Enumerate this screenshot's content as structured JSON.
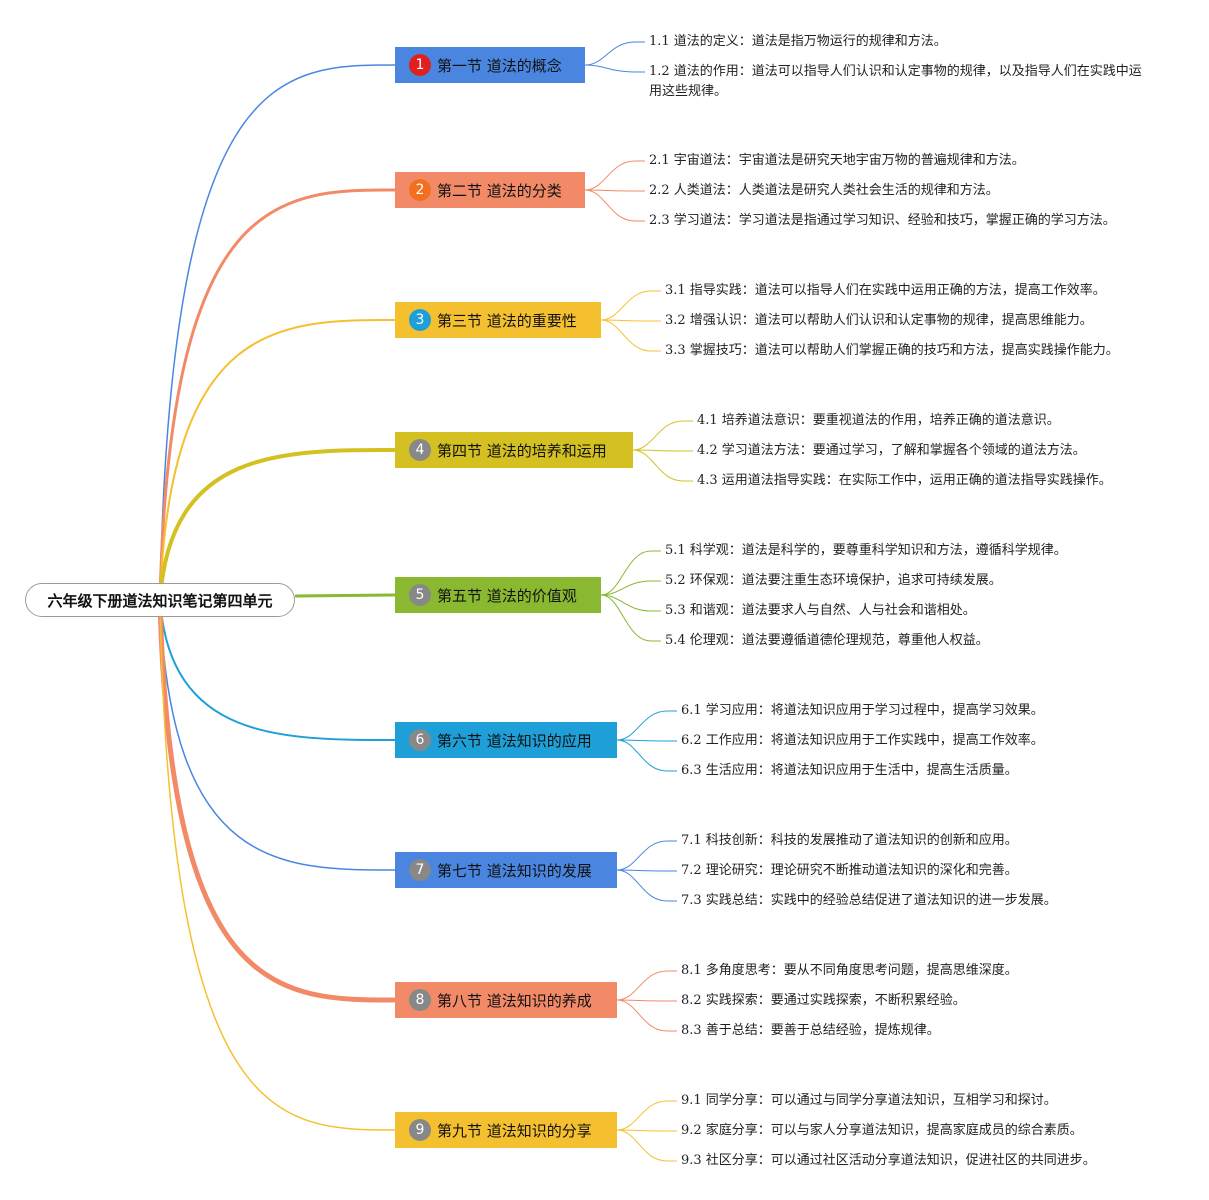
{
  "root": {
    "title": "六年级下册道法知识笔记第四单元"
  },
  "sections": [
    {
      "badge": "1",
      "title": "第一节 道法的概念",
      "color": "#4a86e0",
      "badge_color": "#e0201e",
      "items": [
        "1.1 道法的定义：道法是指万物运行的规律和方法。",
        "1.2 道法的作用：道法可以指导人们认识和认定事物的规律，以及指导人们在实践中运用这些规律。"
      ]
    },
    {
      "badge": "2",
      "title": "第二节 道法的分类",
      "color": "#f28a68",
      "badge_color": "#f07020",
      "items": [
        "2.1 宇宙道法：宇宙道法是研究天地宇宙万物的普遍规律和方法。",
        "2.2 人类道法：人类道法是研究人类社会生活的规律和方法。",
        "2.3 学习道法：学习道法是指通过学习知识、经验和技巧，掌握正确的学习方法。"
      ]
    },
    {
      "badge": "3",
      "title": "第三节 道法的重要性",
      "color": "#f5c030",
      "badge_color": "#1e9fd8",
      "items": [
        "3.1 指导实践：道法可以指导人们在实践中运用正确的方法，提高工作效率。",
        "3.2 增强认识：道法可以帮助人们认识和认定事物的规律，提高思维能力。",
        "3.3 掌握技巧：道法可以帮助人们掌握正确的技巧和方法，提高实践操作能力。"
      ]
    },
    {
      "badge": "4",
      "title": "第四节 道法的培养和运用",
      "color": "#d4c020",
      "badge_color": "#888888",
      "items": [
        "4.1 培养道法意识：要重视道法的作用，培养正确的道法意识。",
        "4.2 学习道法方法：要通过学习，了解和掌握各个领域的道法方法。",
        "4.3 运用道法指导实践：在实际工作中，运用正确的道法指导实践操作。"
      ]
    },
    {
      "badge": "5",
      "title": "第五节 道法的价值观",
      "color": "#8ab830",
      "badge_color": "#888888",
      "items": [
        "5.1 科学观：道法是科学的，要尊重科学知识和方法，遵循科学规律。",
        "5.2 环保观：道法要注重生态环境保护，追求可持续发展。",
        "5.3 和谐观：道法要求人与自然、人与社会和谐相处。",
        "5.4 伦理观：道法要遵循道德伦理规范，尊重他人权益。"
      ]
    },
    {
      "badge": "6",
      "title": "第六节 道法知识的应用",
      "color": "#1e9fd8",
      "badge_color": "#888888",
      "items": [
        "6.1 学习应用：将道法知识应用于学习过程中，提高学习效果。",
        "6.2 工作应用：将道法知识应用于工作实践中，提高工作效率。",
        "6.3 生活应用：将道法知识应用于生活中，提高生活质量。"
      ]
    },
    {
      "badge": "7",
      "title": "第七节 道法知识的发展",
      "color": "#4a86e0",
      "badge_color": "#888888",
      "items": [
        "7.1 科技创新：科技的发展推动了道法知识的创新和应用。",
        "7.2 理论研究：理论研究不断推动道法知识的深化和完善。",
        "7.3 实践总结：实践中的经验总结促进了道法知识的进一步发展。"
      ]
    },
    {
      "badge": "8",
      "title": "第八节 道法知识的养成",
      "color": "#f28a68",
      "badge_color": "#888888",
      "items": [
        "8.1 多角度思考：要从不同角度思考问题，提高思维深度。",
        "8.2 实践探索：要通过实践探索，不断积累经验。",
        "8.3 善于总结：要善于总结经验，提炼规律。"
      ]
    },
    {
      "badge": "9",
      "title": "第九节 道法知识的分享",
      "color": "#f5c030",
      "badge_color": "#888888",
      "items": [
        "9.1 同学分享：可以通过与同学分享道法知识，互相学习和探讨。",
        "9.2 家庭分享：可以与家人分享道法知识，提高家庭成员的综合素质。",
        "9.3 社区分享：可以通过社区活动分享道法知识，促进社区的共同进步。"
      ]
    }
  ]
}
